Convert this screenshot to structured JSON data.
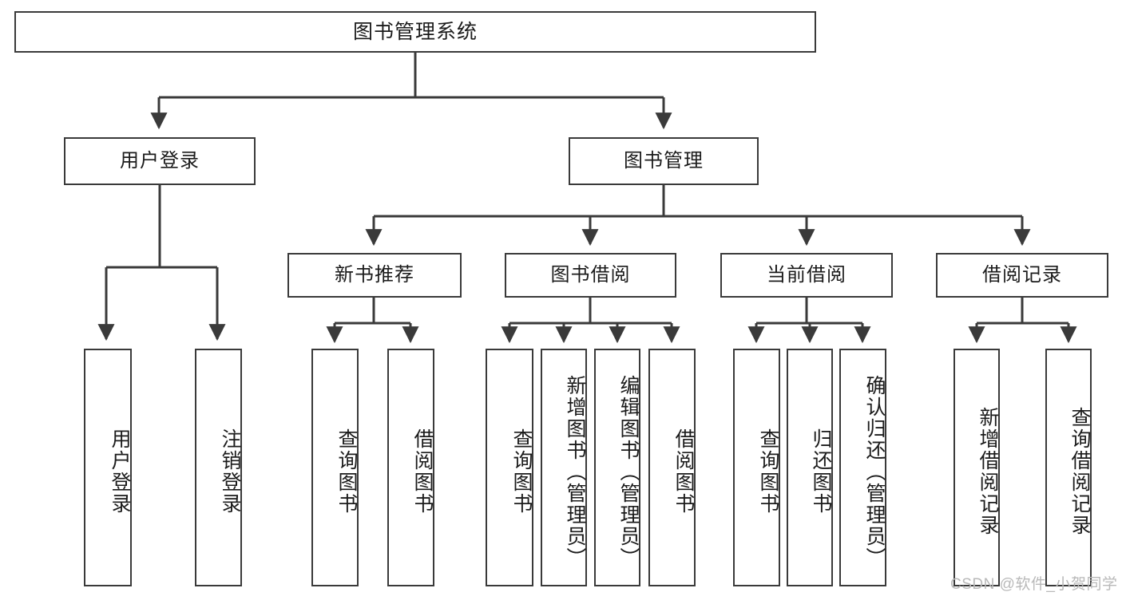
{
  "diagram": {
    "title": "图书管理系统",
    "type": "功能结构图",
    "line_color": "#3a3a3a",
    "box_fill": "#ffffff",
    "text_color": "#1b1b1b"
  },
  "root": {
    "label": "图书管理系统"
  },
  "level2": [
    {
      "label": "用户登录"
    },
    {
      "label": "图书管理"
    }
  ],
  "level3": [
    {
      "label": "新书推荐"
    },
    {
      "label": "图书借阅"
    },
    {
      "label": "当前借阅"
    },
    {
      "label": "借阅记录"
    }
  ],
  "leaves": {
    "user_login": [
      {
        "label": "用户登录"
      },
      {
        "label": "注销登录"
      }
    ],
    "new_book_recommend": [
      {
        "label": "查询图书"
      },
      {
        "label": "借阅图书"
      }
    ],
    "book_borrow": [
      {
        "label": "查询图书"
      },
      {
        "label": "新增图书（管理员）"
      },
      {
        "label": "编辑图书（管理员）"
      },
      {
        "label": "借阅图书"
      }
    ],
    "current_borrow": [
      {
        "label": "查询图书"
      },
      {
        "label": "归还图书"
      },
      {
        "label": "确认归还（管理员）"
      }
    ],
    "borrow_record": [
      {
        "label": "新增借阅记录"
      },
      {
        "label": "查询借阅记录"
      }
    ]
  },
  "watermark": {
    "text": "CSDN @软件_小贺同学",
    "color": "#b9b9b9"
  }
}
